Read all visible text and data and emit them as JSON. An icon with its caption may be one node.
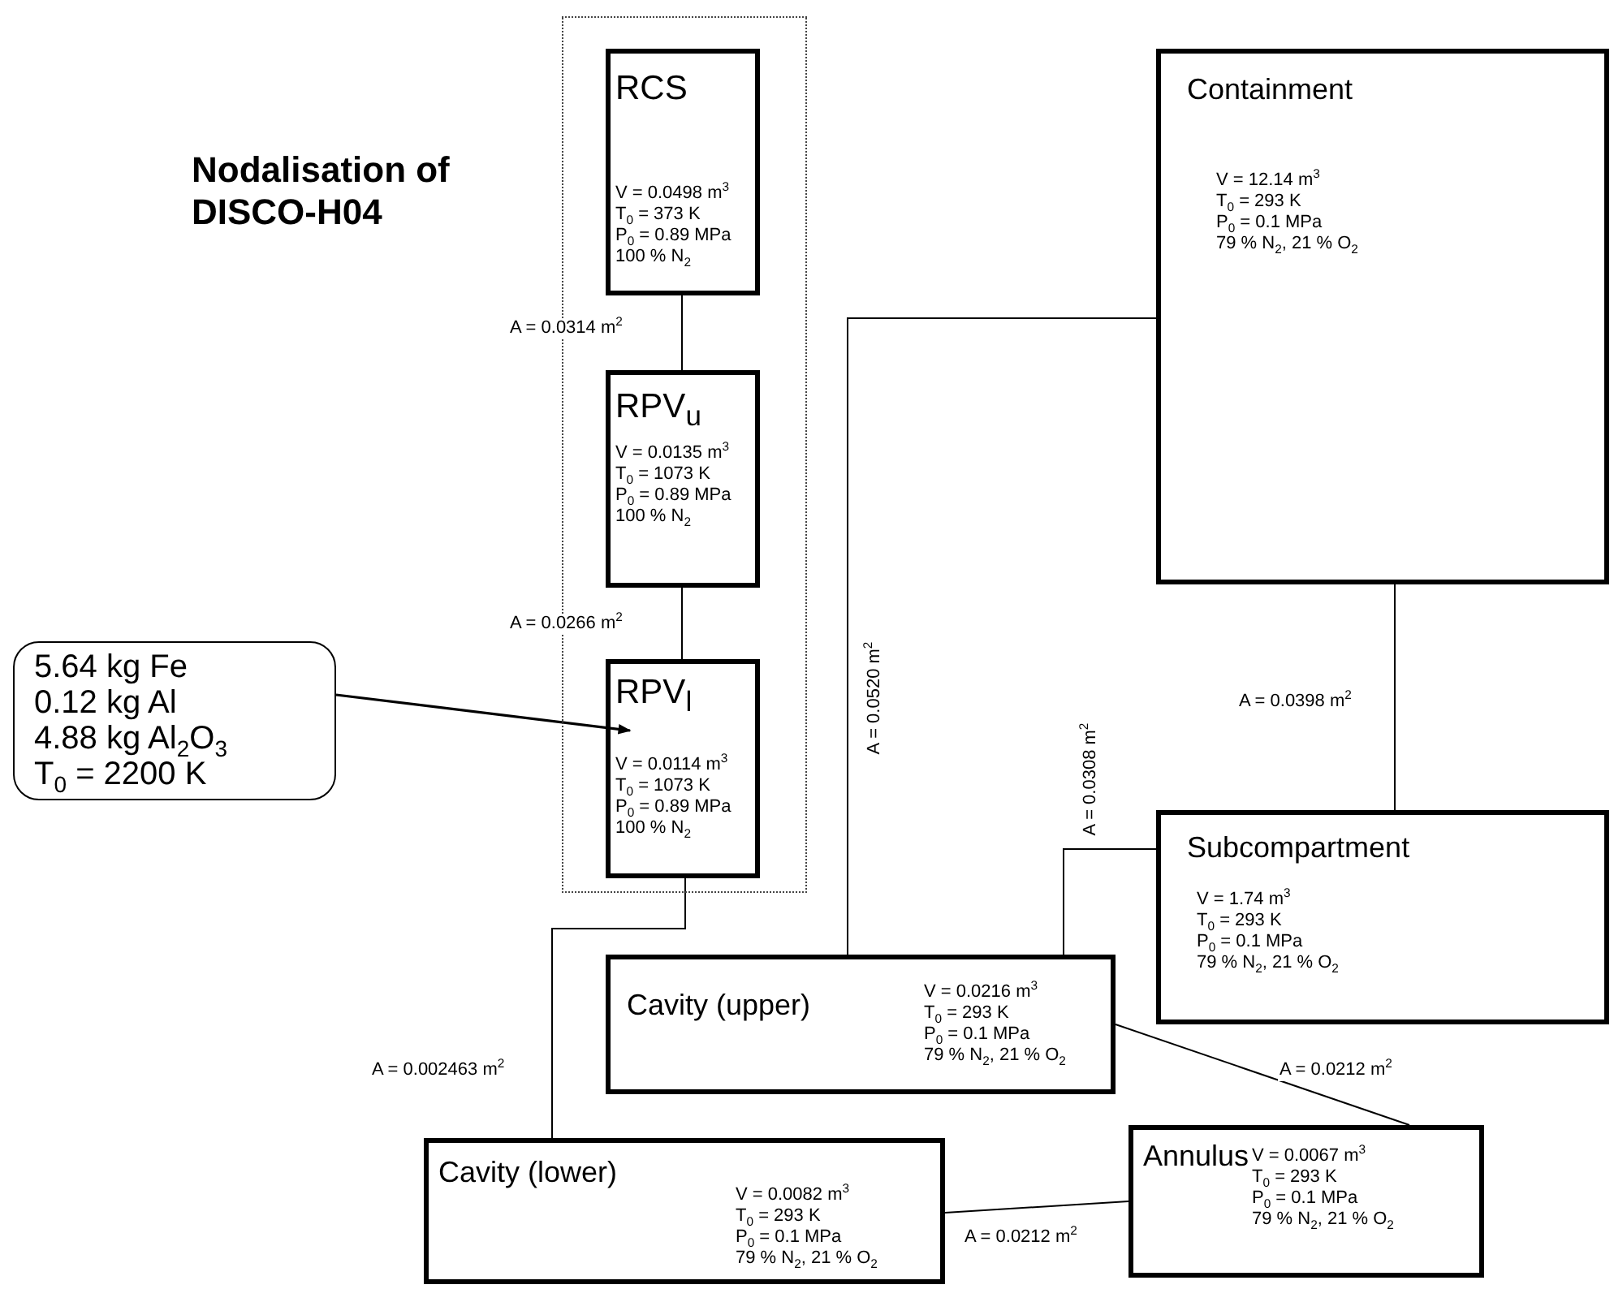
{
  "diagram": {
    "title": "Nodalisation of DISCO-H04",
    "nodes": [
      {
        "text": [],
        "shape": "box"
      },
      {
        "text": [
          "RCS",
          "V = 0.0498 m$^{3}$",
          "T$_{0}$ = 373 K",
          "P$_{0}$ = 0.89 MPa",
          "100 % N$_{2}$"
        ],
        "in": 0
      },
      {
        "text": [
          "RPV$_{u}$",
          "V = 0.0135 m$^{3}$",
          "T$_{0}$ = 1073 K",
          "P$_{0}$ = 0.89 MPa",
          "100 % N$_{2}$"
        ],
        "in": 0
      },
      {
        "text": [
          "RPV$_{l}$",
          "V = 0.0114 m$^{3}$",
          "T$_{0}$ = 1073 K",
          "P$_{0}$ = 0.89 MPa",
          "100 % N$_{2}$"
        ],
        "in": 0
      },
      {
        "text": [
          "Containment",
          "V = 12.14 m$^{3}$",
          "T$_{0}$ = 293 K",
          "P$_{0}$ = 0.1 MPa",
          "79 % N$_{2}$, 21 % O$_{2}$"
        ]
      },
      {
        "text": [
          "Subcompartment",
          "V = 1.74 m$^{3}$",
          "T$_{0}$ = 293 K",
          "P$_{0}$ = 0.1 MPa",
          "79 % N$_{2}$, 21 % O$_{2}$"
        ]
      },
      {
        "text": [
          "Cavity (upper)",
          "V = 0.0216 m$^{3}$",
          "T$_{0}$ = 293 K",
          "P$_{0}$ = 0.1 MPa",
          "79 % N$_{2}$, 21 % O$_{2}$"
        ]
      },
      {
        "text": [
          "Cavity (lower)",
          "V = 0.0082 m$^{3}$",
          "T$_{0}$ = 293 K",
          "P$_{0}$ = 0.1 MPa",
          "79 % N$_{2}$, 21 % O$_{2}$"
        ]
      },
      {
        "text": [
          "Annulus",
          "V = 0.0067 m$^{3}$",
          "T$_{0}$ = 293 K",
          "P$_{0}$ = 0.1 MPa",
          "79 % N$_{2}$, 21 % O$_{2}$"
        ]
      },
      {
        "text": [
          "5.64 kg Fe",
          "0.12 kg Al",
          "4.88 kg Al$_{2}$O$_{3}$",
          "T$_{0}$ = 2200 K"
        ]
      }
    ],
    "edges": [
      {
        "from": 1,
        "to": 2,
        "arrow": "none",
        "label": "A = 0.0314 m$^{2}$"
      },
      {
        "from": 2,
        "to": 3,
        "arrow": "none",
        "label": "A = 0.0266 m$^{2}$"
      },
      {
        "from": 3,
        "to": 7,
        "arrow": "none",
        "label": "A = 0.002463 m$^{2}$"
      },
      {
        "from": 6,
        "to": 4,
        "arrow": "none",
        "label": "A = 0.0520 m$^{2}$"
      },
      {
        "from": 6,
        "to": 5,
        "arrow": "none",
        "label": "A = 0.0308 m$^{2}$"
      },
      {
        "from": 4,
        "to": 5,
        "arrow": "none",
        "label": "A = 0.0398 m$^{2}$"
      },
      {
        "from": 6,
        "to": 8,
        "arrow": "none",
        "label": "A = 0.0212 m$^{2}$"
      },
      {
        "from": 7,
        "to": 8,
        "arrow": "none",
        "label": "A = 0.0212 m$^{2}$"
      },
      {
        "from": 9,
        "to": 3,
        "arrow": "to"
      }
    ]
  }
}
